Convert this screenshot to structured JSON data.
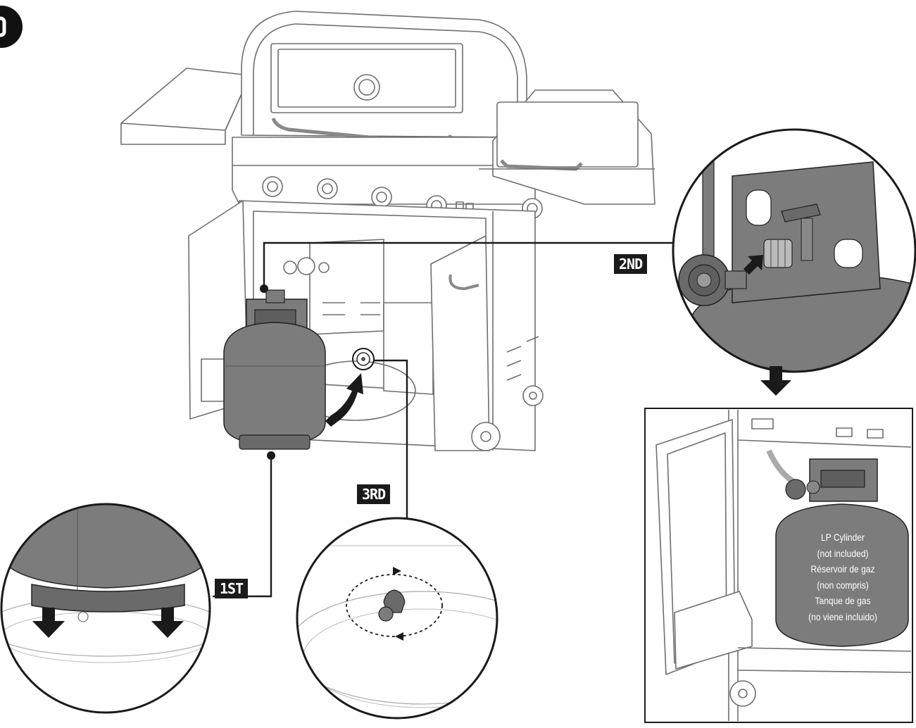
{
  "labels": {
    "step_1": "1ST",
    "step_2": "2ND",
    "step_3": "3RD"
  },
  "cylinder_caption": [
    "LP Cylinder",
    "(not included)",
    "Réservoir de gaz",
    "(non compris)",
    "Tanque de gas",
    "(no viene incluido)"
  ],
  "colors": {
    "cylinder_fill": "#7c7c7c",
    "cylinder_dark": "#5e5e5e",
    "line": "#1a1a1a",
    "outline": "#6e6e6e",
    "label_bg": "#1a1a1a"
  }
}
